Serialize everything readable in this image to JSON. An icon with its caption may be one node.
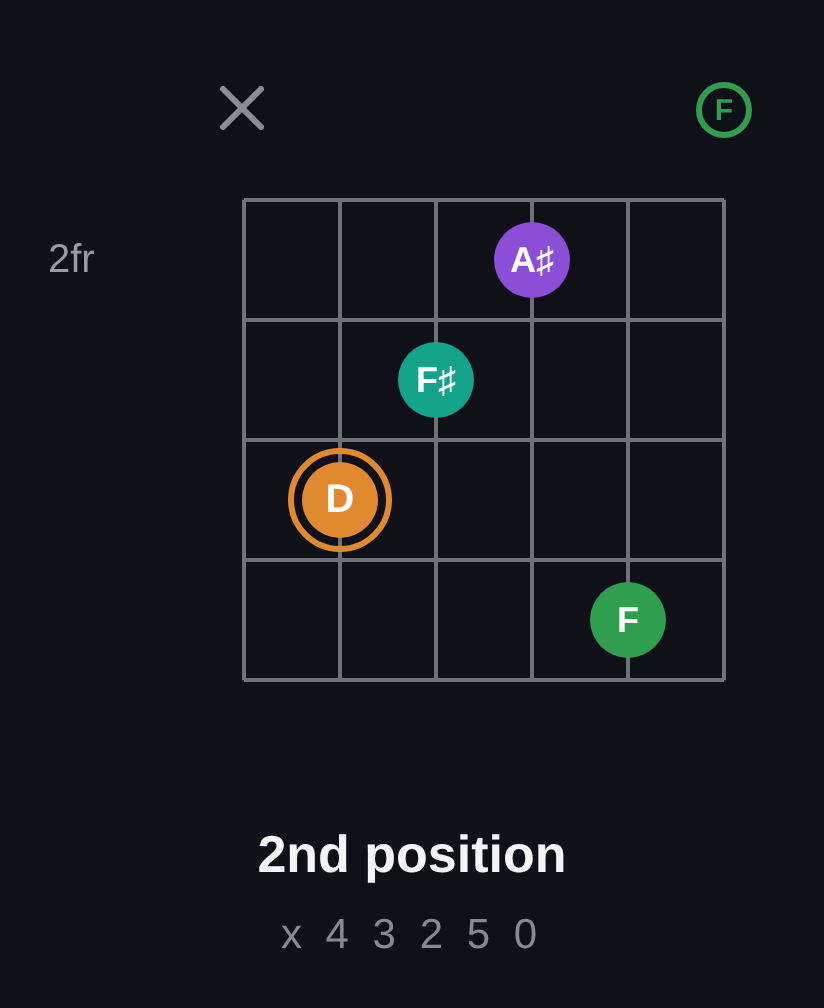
{
  "diagram": {
    "title": "2nd position",
    "nodes": [
      {
        "text": [
          "F"
        ]
      },
      {
        "text": [
          "A♯"
        ]
      },
      {
        "text": [
          "F♯"
        ]
      },
      {
        "text": [
          "D"
        ]
      },
      {
        "text": [
          "F"
        ]
      }
    ],
    "labels": [
      "2fr",
      "x 4 3 2 5 0"
    ]
  }
}
